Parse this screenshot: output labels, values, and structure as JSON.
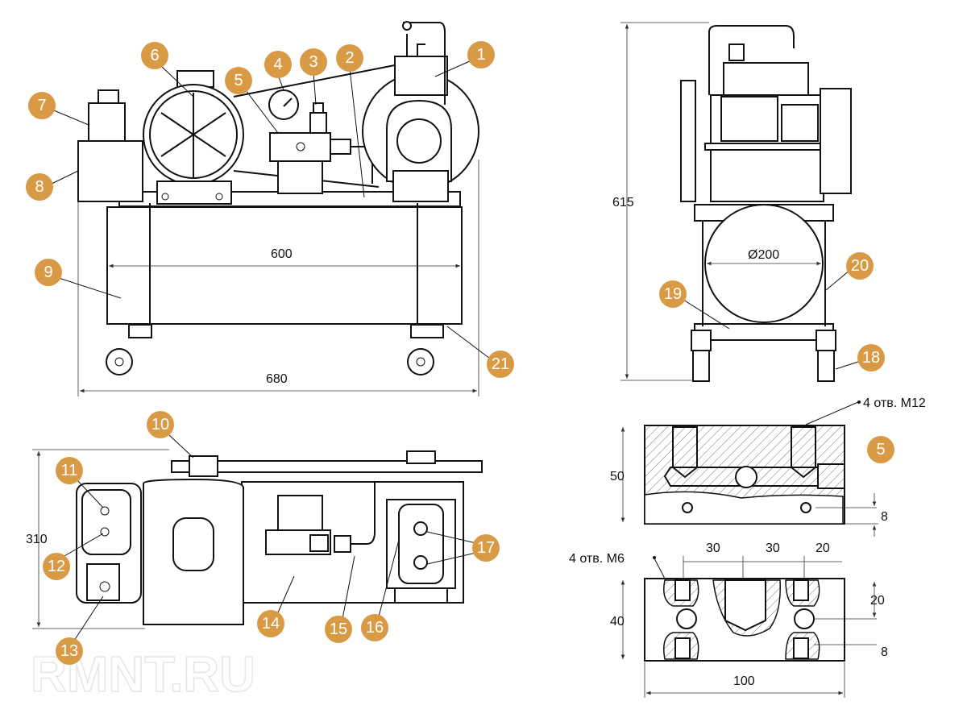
{
  "title": "Compressor unit assembly drawing",
  "callouts": [
    "1",
    "2",
    "3",
    "4",
    "5",
    "6",
    "7",
    "8",
    "9",
    "10",
    "11",
    "12",
    "13",
    "14",
    "15",
    "16",
    "17",
    "18",
    "19",
    "20",
    "21"
  ],
  "detail_callout": "5",
  "dimensions": {
    "front_inner_length": "600",
    "front_total_length": "680",
    "side_height": "615",
    "tank_diameter": "Ø200",
    "top_width": "310",
    "block_height": "50",
    "block_hole_offset_top": "8",
    "holes_m12": "4 отв. M12",
    "holes_m6": "4 отв. M6",
    "pitch_1": "30",
    "pitch_2": "30",
    "edge": "20",
    "vertical_20": "20",
    "block_bottom_height": "40",
    "block_hole_offset_bottom": "8",
    "block_length": "100"
  },
  "watermark": "RMNT.RU"
}
